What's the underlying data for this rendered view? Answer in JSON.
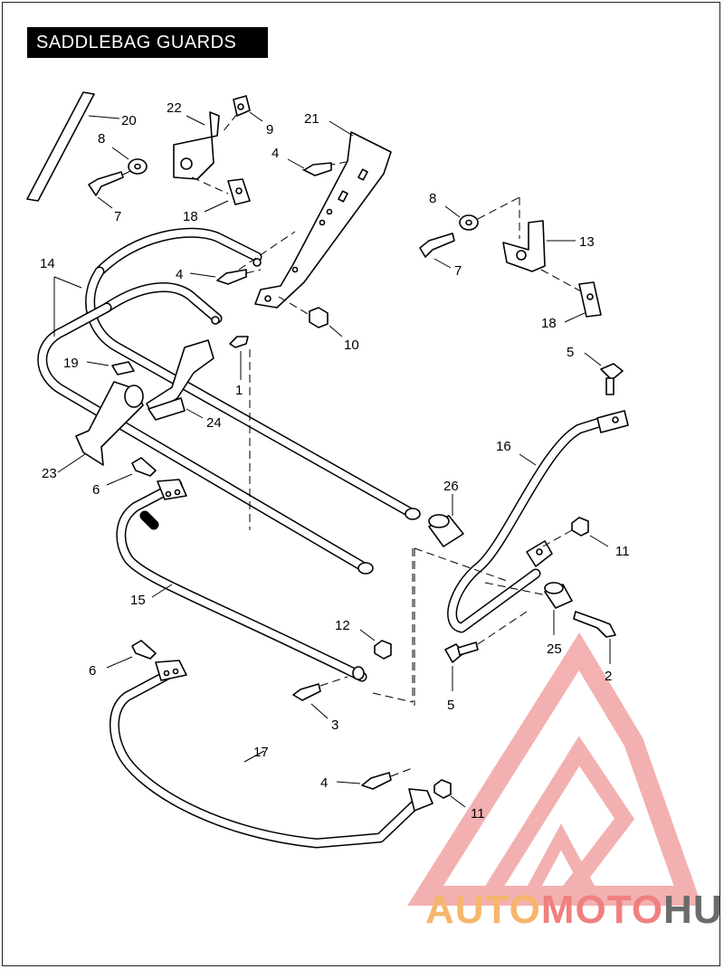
{
  "header": {
    "title": "SADDLEBAG GUARDS"
  },
  "callouts": {
    "c1": "1",
    "c2": "2",
    "c3": "3",
    "c4a": "4",
    "c4b": "4",
    "c4c": "4",
    "c5a": "5",
    "c5b": "5",
    "c6a": "6",
    "c6b": "6",
    "c7a": "7",
    "c7b": "7",
    "c8a": "8",
    "c8b": "8",
    "c9": "9",
    "c10": "10",
    "c11a": "11",
    "c11b": "11",
    "c12": "12",
    "c13": "13",
    "c14": "14",
    "c15": "15",
    "c16": "16",
    "c17": "17",
    "c18a": "18",
    "c18b": "18",
    "c19": "19",
    "c20": "20",
    "c21": "21",
    "c22": "22",
    "c23": "23",
    "c24": "24",
    "c25": "25",
    "c26": "26"
  },
  "watermark": {
    "word_part1": "AUTO",
    "word_part2": "MOTO",
    "word_part3": "HUB",
    "colors": {
      "orange": "#f6b66b",
      "red": "#f08080",
      "gray": "#6b6b6b",
      "triangle": "#f2a3a3"
    }
  }
}
